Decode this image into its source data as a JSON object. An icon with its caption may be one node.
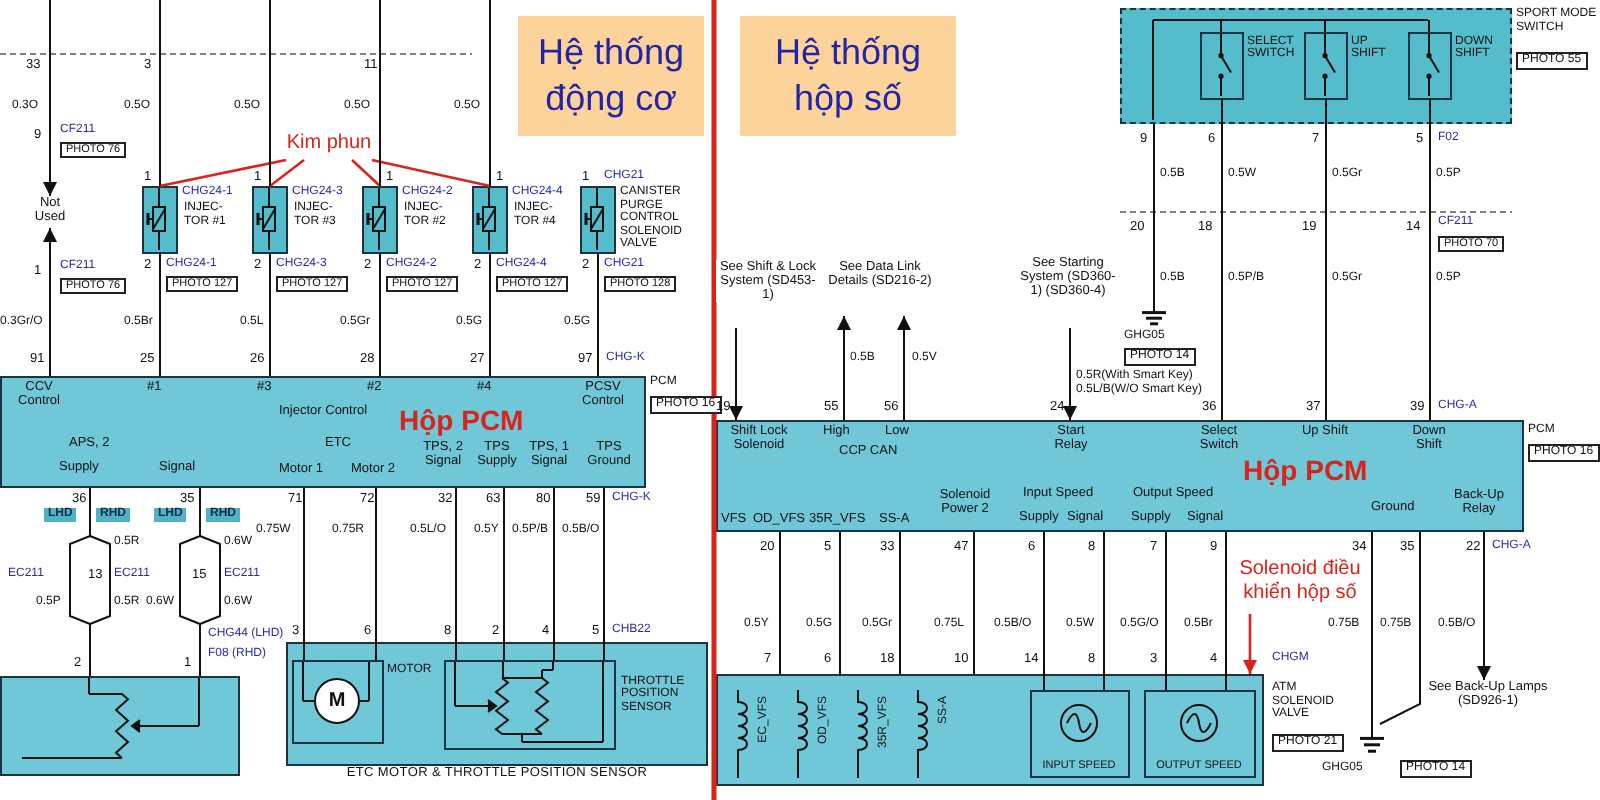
{
  "diagram": {
    "nodes": [
      {
        "text": [
          "Hệ thống động cơ"
        ]
      },
      {
        "text": [
          "Hệ thống hộp số"
        ]
      },
      {
        "text": [
          "Kim phun"
        ]
      },
      {
        "text": [],
        "shape": "box",
        "beside": [
          "INJEC- TOR #1"
        ]
      },
      {
        "text": [],
        "shape": "box",
        "beside": [
          "INJEC- TOR #3"
        ]
      },
      {
        "text": [],
        "shape": "box",
        "beside": [
          "INJEC- TOR #2"
        ]
      },
      {
        "text": [],
        "shape": "box",
        "beside": [
          "INJEC- TOR #4"
        ]
      },
      {
        "text": [],
        "shape": "box",
        "beside": [
          "CANISTER PURGE CONTROL SOLENOID VALVE"
        ]
      },
      {
        "text": [
          "Hộp PCM",
          "CCV Control",
          "#1",
          "#3",
          "#2",
          "#4",
          "Injector Control",
          "PCSV Control",
          "APS, 2",
          "Supply",
          "Signal",
          "ETC",
          "Motor 1",
          "Motor 2",
          "TPS, 2 Signal",
          "TPS Supply",
          "TPS, 1 Signal",
          "TPS Ground"
        ],
        "beside": [
          "PCM",
          "PHOTO 16"
        ]
      },
      {
        "text": [],
        "shape": "box"
      },
      {
        "text": [
          "ETC MOTOR & THROTTLE POSITION SENSOR"
        ]
      },
      {
        "text": [
          "M"
        ],
        "in": 10,
        "beside": [
          "MOTOR"
        ]
      },
      {
        "text": [],
        "shape": "box",
        "in": 10,
        "beside": [
          "THROTTLE POSITION SENSOR"
        ]
      },
      {
        "text": [],
        "shape": "box",
        "beside": [
          "SPORT MODE SWITCH",
          "PHOTO 55"
        ]
      },
      {
        "text": [],
        "shape": "box",
        "in": 13,
        "beside": [
          "SELECT SWITCH"
        ]
      },
      {
        "text": [],
        "shape": "box",
        "in": 13,
        "beside": [
          "UP SHIFT"
        ]
      },
      {
        "text": [],
        "shape": "box",
        "in": 13,
        "beside": [
          "DOWN SHIFT"
        ]
      },
      {
        "text": [],
        "shape": "ground",
        "beside": [
          "GHG05",
          "PHOTO 14"
        ]
      },
      {
        "text": [
          "See Shift & Lock System (SD453-1)"
        ]
      },
      {
        "text": [
          "See Data Link Details (SD216-2)"
        ]
      },
      {
        "text": [
          "See Starting System (SD360-1) (SD360-4)"
        ]
      },
      {
        "text": [
          "Hộp PCM",
          "Shift Lock Solenoid",
          "High",
          "Low",
          "CCP CAN",
          "Start Relay",
          "Select Switch",
          "Up Shift",
          "Down Shift",
          "VFS",
          "OD_VFS",
          "35R_VFS",
          "SS-A",
          "Solenoid Power 2",
          "Input Speed",
          "Supply",
          "Signal",
          "Output Speed",
          "Supply",
          "Signal",
          "Ground",
          "Back-Up Relay"
        ],
        "beside": [
          "PCM",
          "PHOTO 16"
        ]
      },
      {
        "text": [
          "Solenoid điều khiển hộp số"
        ]
      },
      {
        "text": [],
        "shape": "box",
        "beside": [
          "ATM SOLENOID VALVE",
          "PHOTO 21"
        ]
      },
      {
        "text": [
          "EC_VFS"
        ],
        "in": 23
      },
      {
        "text": [
          "OD_VFS"
        ],
        "in": 23
      },
      {
        "text": [
          "35R_VFS"
        ],
        "in": 23
      },
      {
        "text": [
          "SS-A"
        ],
        "in": 23
      },
      {
        "text": [
          "INPUT SPEED"
        ],
        "in": 23
      },
      {
        "text": [
          "OUTPUT SPEED"
        ],
        "in": 23
      },
      {
        "text": [],
        "shape": "ground",
        "beside": [
          "GHG05",
          "PHOTO 14"
        ]
      },
      {
        "text": [
          "See Back-Up Lamps (SD926-1)"
        ]
      },
      {
        "text": [
          "Not Used"
        ]
      }
    ],
    "edges": [
      {
        "from": 2,
        "to": 3,
        "arrow": "none",
        "color": "#d9241c"
      },
      {
        "from": 2,
        "to": 4,
        "arrow": "none",
        "color": "#d9241c"
      },
      {
        "from": 2,
        "to": 5,
        "arrow": "none",
        "color": "#d9241c"
      },
      {
        "from": 2,
        "to": 6,
        "arrow": "none",
        "color": "#d9241c"
      },
      {
        "from": 3,
        "to": 8,
        "arrow": "none"
      },
      {
        "from": 4,
        "to": 8,
        "arrow": "none"
      },
      {
        "from": 5,
        "to": 8,
        "arrow": "none"
      },
      {
        "from": 6,
        "to": 8,
        "arrow": "none"
      },
      {
        "from": 7,
        "to": 8,
        "arrow": "none"
      },
      {
        "from": 8,
        "to": 9,
        "arrow": "none"
      },
      {
        "from": 8,
        "to": 9,
        "arrow": "none"
      },
      {
        "from": 8,
        "to": 11,
        "arrow": "none"
      },
      {
        "from": 8,
        "to": 11,
        "arrow": "none"
      },
      {
        "from": 8,
        "to": 12,
        "arrow": "none"
      },
      {
        "from": 8,
        "to": 12,
        "arrow": "none"
      },
      {
        "from": 8,
        "to": 12,
        "arrow": "none"
      },
      {
        "from": 8,
        "to": 12,
        "arrow": "none"
      },
      {
        "from": 13,
        "to": 17,
        "arrow": "none"
      },
      {
        "from": 14,
        "to": 21,
        "arrow": "none"
      },
      {
        "from": 15,
        "to": 21,
        "arrow": "none"
      },
      {
        "from": 16,
        "to": 21,
        "arrow": "none"
      },
      {
        "from": 18,
        "to": 21,
        "arrow": "to"
      },
      {
        "from": 21,
        "to": 19,
        "arrow": "to"
      },
      {
        "from": 21,
        "to": 19,
        "arrow": "to"
      },
      {
        "from": 20,
        "to": 21,
        "arrow": "to"
      },
      {
        "from": 21,
        "to": 23,
        "arrow": "none"
      },
      {
        "from": 21,
        "to": 23,
        "arrow": "none"
      },
      {
        "from": 21,
        "to": 23,
        "arrow": "none"
      },
      {
        "from": 21,
        "to": 23,
        "arrow": "none"
      },
      {
        "from": 21,
        "to": 28,
        "arrow": "none"
      },
      {
        "from": 21,
        "to": 28,
        "arrow": "none"
      },
      {
        "from": 21,
        "to": 29,
        "arrow": "none"
      },
      {
        "from": 21,
        "to": 29,
        "arrow": "none"
      },
      {
        "from": 21,
        "to": 30,
        "arrow": "none"
      },
      {
        "from": 21,
        "to": 30,
        "arrow": "none"
      },
      {
        "from": 21,
        "to": 31,
        "arrow": "to"
      },
      {
        "from": 22,
        "to": 23,
        "arrow": "to",
        "color": "#d9241c"
      },
      {
        "from": null,
        "to": 32,
        "arrow": "to"
      },
      {
        "from": 8,
        "to": 32,
        "arrow": "to"
      },
      {
        "from": null,
        "to": 3,
        "arrow": "none"
      },
      {
        "from": null,
        "to": 4,
        "arrow": "none"
      },
      {
        "from": null,
        "to": 5,
        "arrow": "none"
      },
      {
        "from": null,
        "to": 6,
        "arrow": "none"
      }
    ],
    "labels": [
      "33",
      "3",
      "11",
      "0.3O",
      "0.5O",
      "0.5O",
      "0.5O",
      "0.5O",
      "9",
      "CF211",
      "PHOTO 76",
      "1",
      "CF211",
      "PHOTO 76",
      "1",
      "CHG24-1",
      "2",
      "CHG24-1",
      "PHOTO 127",
      "1",
      "CHG24-3",
      "2",
      "CHG24-3",
      "PHOTO 127",
      "1",
      "CHG24-2",
      "2",
      "CHG24-2",
      "PHOTO 127",
      "1",
      "CHG24-4",
      "2",
      "CHG24-4",
      "PHOTO 127",
      "1",
      "CHG21",
      "2",
      "CHG21",
      "PHOTO 128",
      "0.3Gr/O",
      "0.5Br",
      "0.5L",
      "0.5Gr",
      "0.5G",
      "0.5G",
      "91",
      "25",
      "26",
      "28",
      "27",
      "97",
      "CHG-K",
      "36",
      "35",
      "71",
      "72",
      "32",
      "63",
      "80",
      "59",
      "CHG-K",
      "LHD",
      "RHD",
      "LHD",
      "RHD",
      "0.5R",
      "0.6W",
      "EC211",
      "13",
      "EC211",
      "15",
      "EC211",
      "0.5P",
      "0.5R",
      "0.6W",
      "0.6W",
      "0.75W",
      "0.75R",
      "0.5L/O",
      "0.5Y",
      "0.5P/B",
      "0.5B/O",
      "2",
      "1",
      "CHG44 (LHD)",
      "F08 (RHD)",
      "3",
      "6",
      "8",
      "2",
      "4",
      "5",
      "CHB22",
      "9",
      "6",
      "7",
      "5",
      "F02",
      "0.5B",
      "0.5W",
      "0.5Gr",
      "0.5P",
      "20",
      "18",
      "19",
      "14",
      "CF211",
      "PHOTO 70",
      "0.5B",
      "0.5P/B",
      "0.5Gr",
      "0.5P",
      "0.5B",
      "0.5V",
      "0.5R(With Smart Key)",
      "0.5L/B(W/O Smart Key)",
      "19",
      "55",
      "56",
      "24",
      "36",
      "37",
      "39",
      "CHG-A",
      "20",
      "5",
      "33",
      "47",
      "6",
      "8",
      "7",
      "9",
      "34",
      "35",
      "22",
      "CHG-A",
      "0.5Y",
      "0.5G",
      "0.5Gr",
      "0.75L",
      "0.5B/O",
      "0.5W",
      "0.5G/O",
      "0.5Br",
      "0.75B",
      "0.75B",
      "0.5B/O",
      "7",
      "6",
      "18",
      "10",
      "14",
      "8",
      "3",
      "4",
      "CHGM"
    ]
  }
}
